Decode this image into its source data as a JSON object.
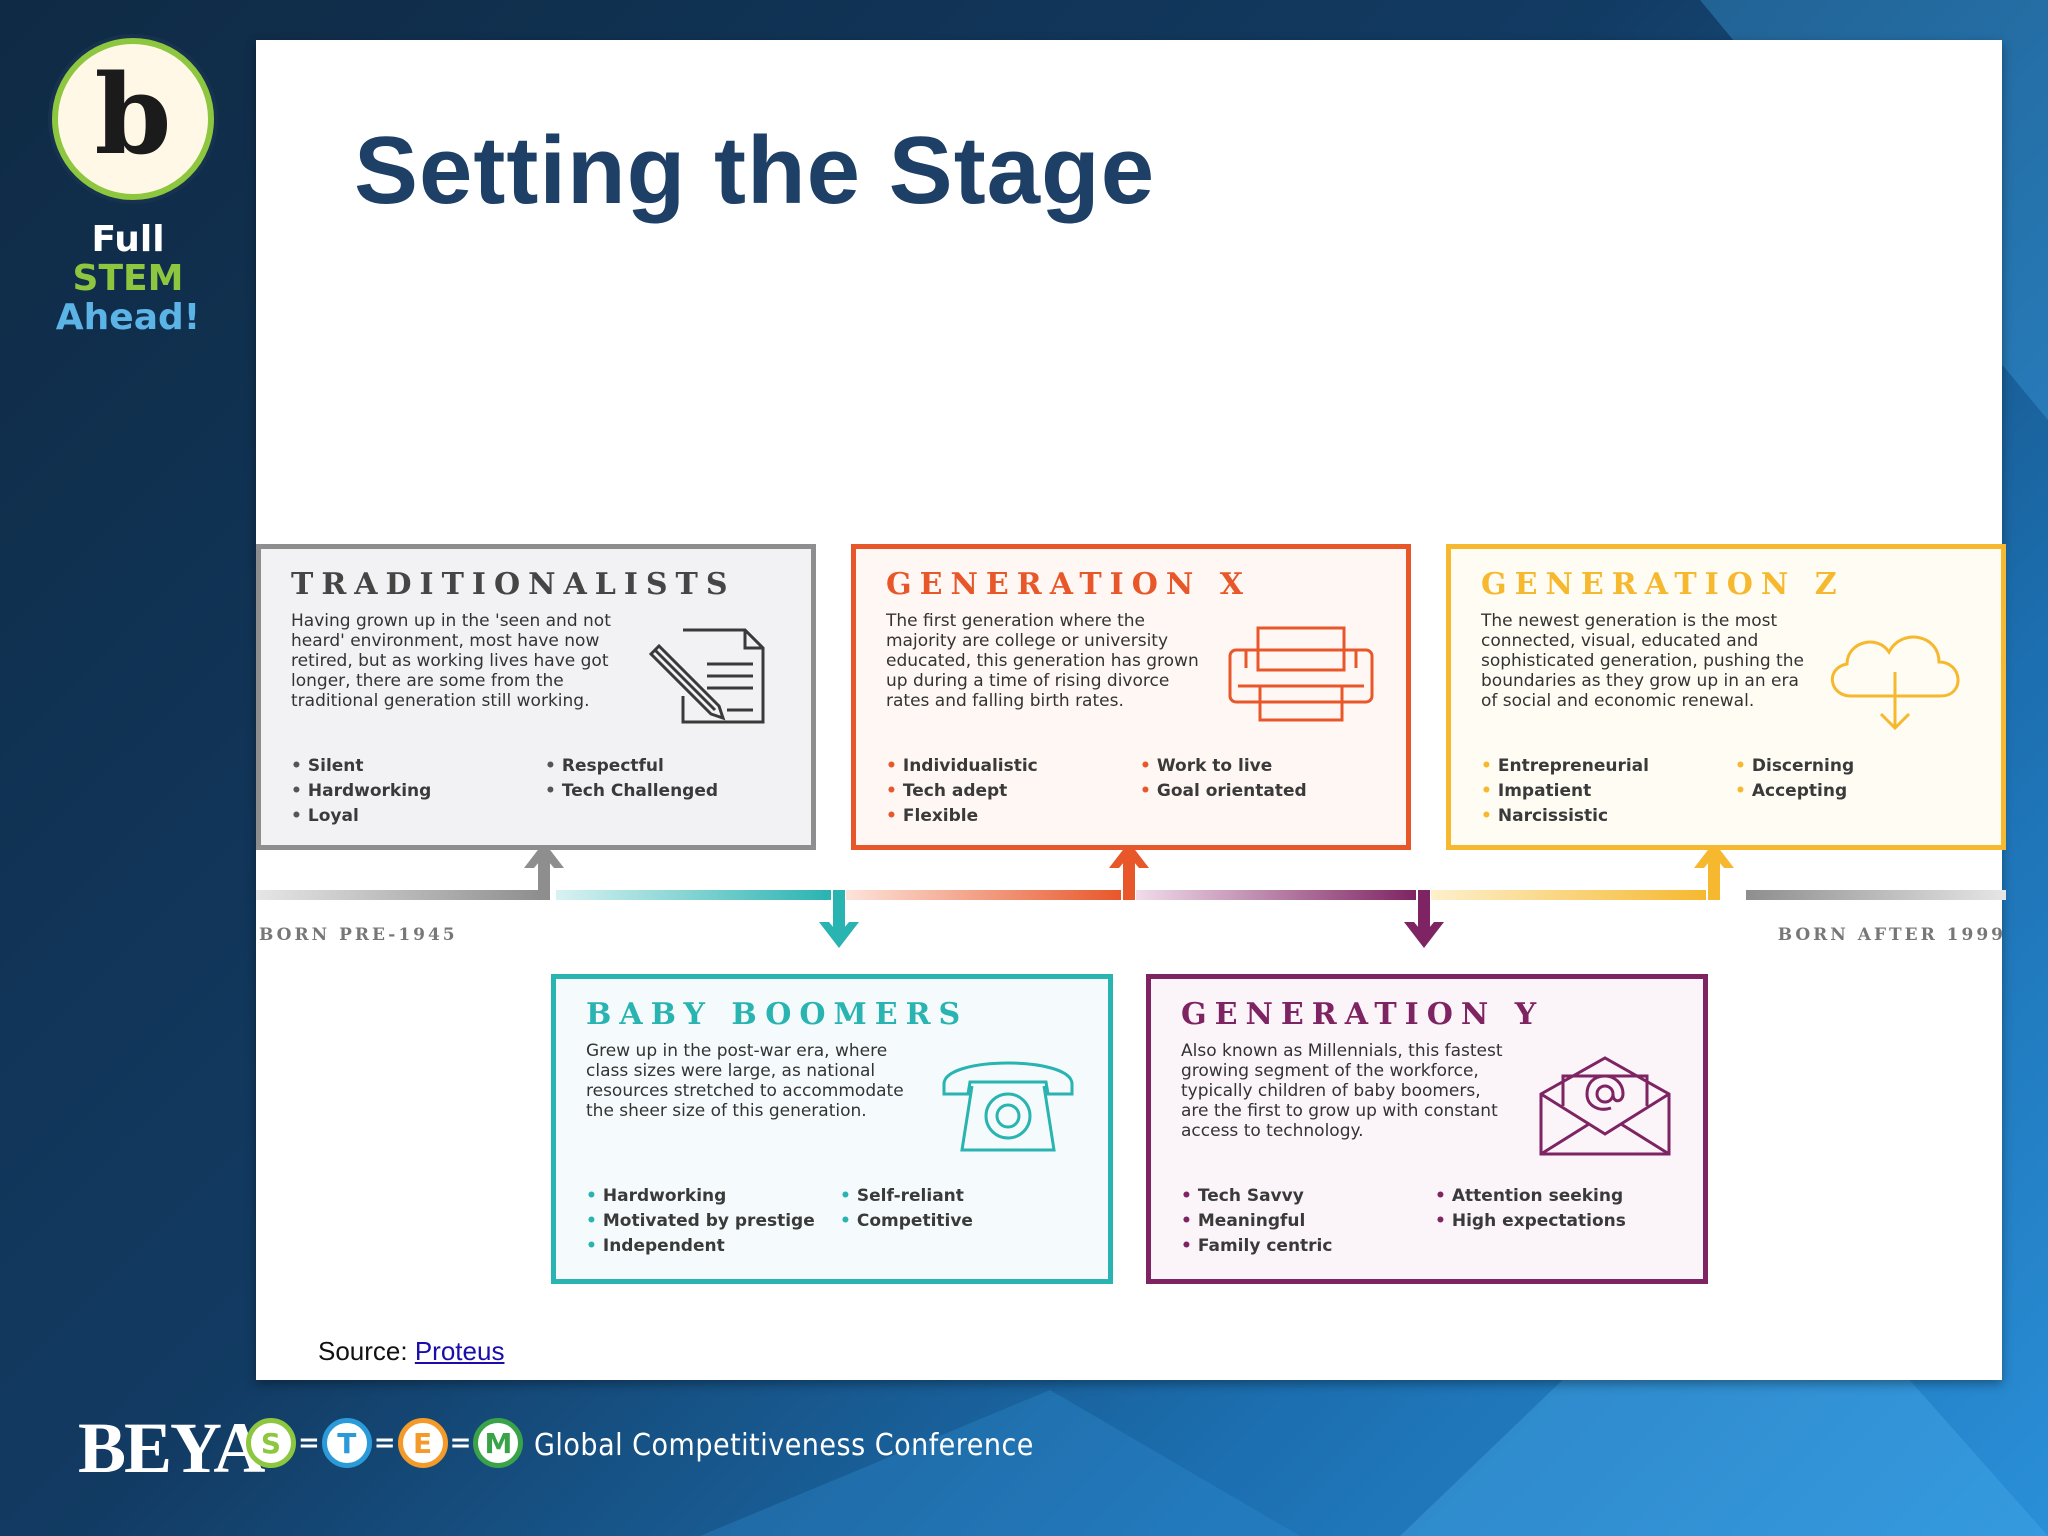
{
  "sidebar": {
    "logo_letter": "b",
    "tagline_1": "Full",
    "tagline_2": "STEM",
    "tagline_3": "Ahead!"
  },
  "slide": {
    "title": "Setting the Stage",
    "source_label": "Source:",
    "source_link": "Proteus"
  },
  "timeline": {
    "born_left": "BORN PRE-1945",
    "born_right": "BORN AFTER 1999"
  },
  "generations": {
    "traditionalists": {
      "title": "TRADITIONALISTS",
      "description": "Having grown up in the 'seen and not heard' environment, most have now retired, but as working lives have got longer, there are some from the traditional generation still working.",
      "traits_col1": [
        "Silent",
        "Hardworking",
        "Loyal"
      ],
      "traits_col2": [
        "Respectful",
        "Tech Challenged"
      ],
      "icon": "document-pen-icon",
      "color": "#8e8e8e"
    },
    "generation_x": {
      "title": "GENERATION X",
      "description": "The first generation where the majority are college or university educated, this generation has grown up during a time of rising divorce rates and falling birth rates.",
      "traits_col1": [
        "Individualistic",
        "Tech adept",
        "Flexible"
      ],
      "traits_col2": [
        "Work to live",
        "Goal orientated"
      ],
      "icon": "printer-icon",
      "color": "#e8572a"
    },
    "generation_z": {
      "title": "GENERATION Z",
      "description": "The newest generation is the most connected, visual, educated and sophisticated generation, pushing the boundaries as they grow up in an era of social and economic renewal.",
      "traits_col1": [
        "Entrepreneurial",
        "Impatient",
        "Narcissistic"
      ],
      "traits_col2": [
        "Discerning",
        "Accepting"
      ],
      "icon": "cloud-download-icon",
      "color": "#f6b82f"
    },
    "baby_boomers": {
      "title": "BABY BOOMERS",
      "description": "Grew up in the post-war era, where class sizes were large, as national resources stretched to accommodate the sheer size of this generation.",
      "traits_col1": [
        "Hardworking",
        "Motivated by prestige",
        "Independent"
      ],
      "traits_col2": [
        "Self-reliant",
        "Competitive"
      ],
      "icon": "telephone-icon",
      "color": "#29b3b1"
    },
    "generation_y": {
      "title": "GENERATION Y",
      "description": "Also known as Millennials, this fastest growing segment of the workforce, typically children of baby boomers, are the first to grow up with constant access to technology.",
      "traits_col1": [
        "Tech Savvy",
        "Meaningful",
        "Family centric"
      ],
      "traits_col2": [
        "Attention seeking",
        "High expectations"
      ],
      "icon": "email-envelope-icon",
      "color": "#7e2462"
    }
  },
  "footer": {
    "brand": "BEYA",
    "stem_letters": [
      "S",
      "T",
      "E",
      "M"
    ],
    "stem_colors": [
      "#8dc63f",
      "#2a9ad8",
      "#f39a2b",
      "#3aa34a"
    ],
    "conference": "Global Competitiveness Conference"
  }
}
